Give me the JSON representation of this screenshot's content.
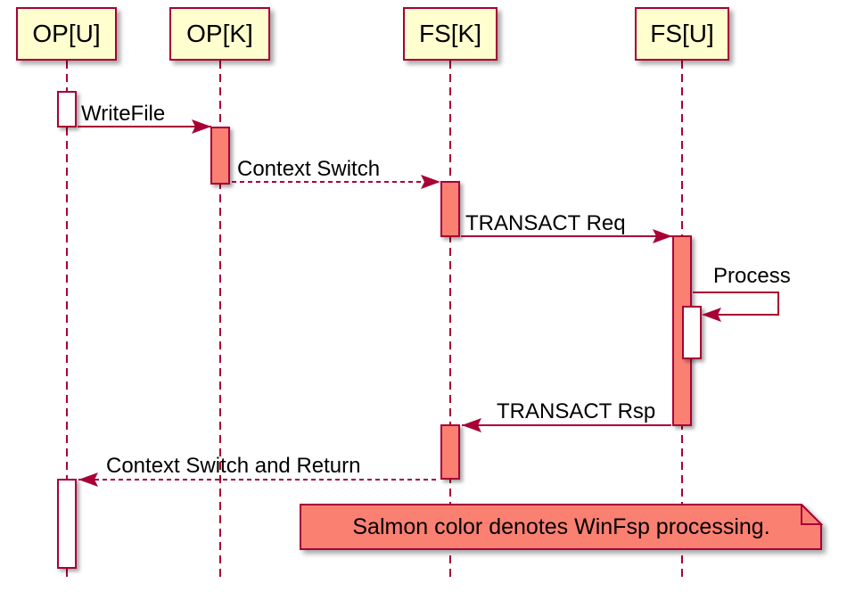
{
  "diagram": {
    "type": "sequence",
    "participants": [
      {
        "label": "OP[U]"
      },
      {
        "label": "OP[K]"
      },
      {
        "label": "FS[K]"
      },
      {
        "label": "FS[U]"
      }
    ],
    "messages": [
      {
        "label": "WriteFile",
        "from": "OP[U]",
        "to": "OP[K]",
        "line": "solid"
      },
      {
        "label": "Context Switch",
        "from": "OP[K]",
        "to": "FS[K]",
        "line": "dashed"
      },
      {
        "label": "TRANSACT Req",
        "from": "FS[K]",
        "to": "FS[U]",
        "line": "solid"
      },
      {
        "label": "Process",
        "from": "FS[U]",
        "to": "FS[U]",
        "line": "solid",
        "self": true
      },
      {
        "label": "TRANSACT Rsp",
        "from": "FS[U]",
        "to": "FS[K]",
        "line": "solid"
      },
      {
        "label": "Context Switch and Return",
        "from": "FS[K]",
        "to": "OP[U]",
        "line": "dashed"
      }
    ],
    "activations": [
      {
        "participant": "OP[U]",
        "fill": "white"
      },
      {
        "participant": "OP[K]",
        "fill": "salmon"
      },
      {
        "participant": "FS[K]",
        "fill": "salmon"
      },
      {
        "participant": "FS[U]",
        "fill": "salmon"
      },
      {
        "participant": "FS[U]",
        "fill": "white",
        "nested": true
      },
      {
        "participant": "FS[K]",
        "fill": "salmon"
      },
      {
        "participant": "OP[U]",
        "fill": "white"
      }
    ],
    "note": {
      "text": "Salmon color denotes WinFsp processing."
    }
  },
  "colors": {
    "border": "#A80036",
    "participant-fill": "#FEFECE",
    "salmon": "#FA8072",
    "text": "#000000",
    "background": "#FFFFFF"
  }
}
